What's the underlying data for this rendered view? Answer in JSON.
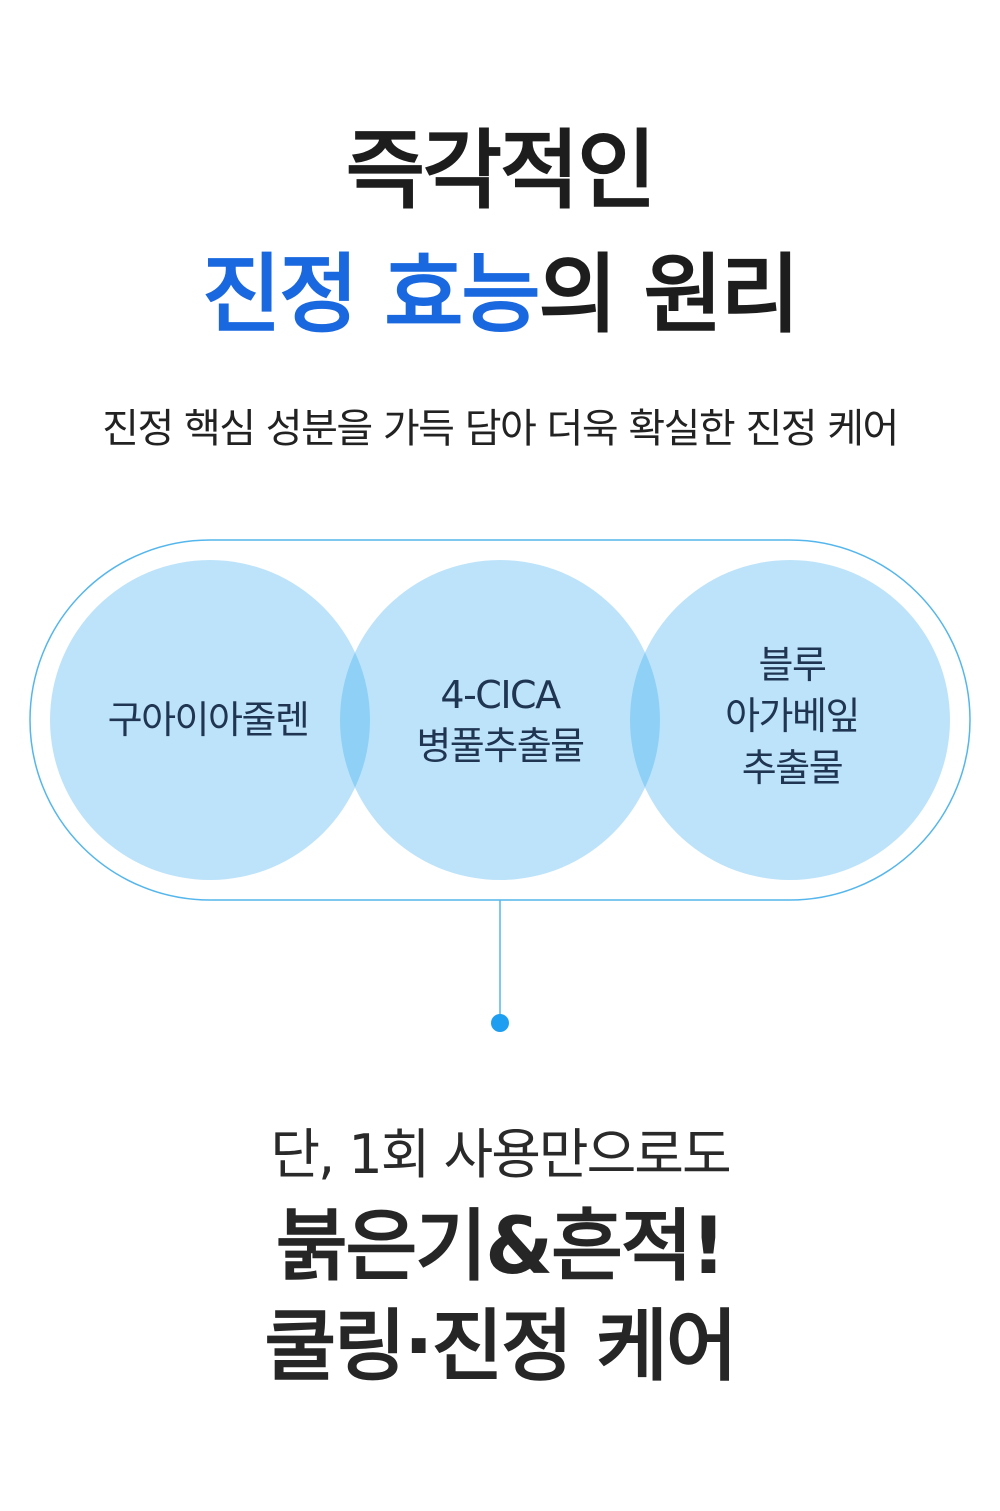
{
  "header": {
    "title_line1": "즉각적인",
    "title_line2_accent": "진정 효능",
    "title_line2_rest": "의 원리",
    "subtitle": "진정 핵심 성분을 가득 담아 더욱 확실한 진정 케어"
  },
  "ingredients": [
    {
      "lines": [
        "구아이아줄렌"
      ]
    },
    {
      "lines": [
        "4-CICA",
        "병풀추출물"
      ]
    },
    {
      "lines": [
        "블루",
        "아가베잎",
        "추출물"
      ]
    }
  ],
  "result": {
    "intro": "단, 1회 사용만으로도",
    "headline_line1": "붉은기&흔적!",
    "headline_line2": "쿨링·진정 케어"
  },
  "colors": {
    "accent": "#1a68e0",
    "circle_fill": "#bde3fa",
    "circle_overlap": "#8fd0f7",
    "capsule_stroke": "#54b6ec",
    "dot": "#1e9ef0"
  }
}
